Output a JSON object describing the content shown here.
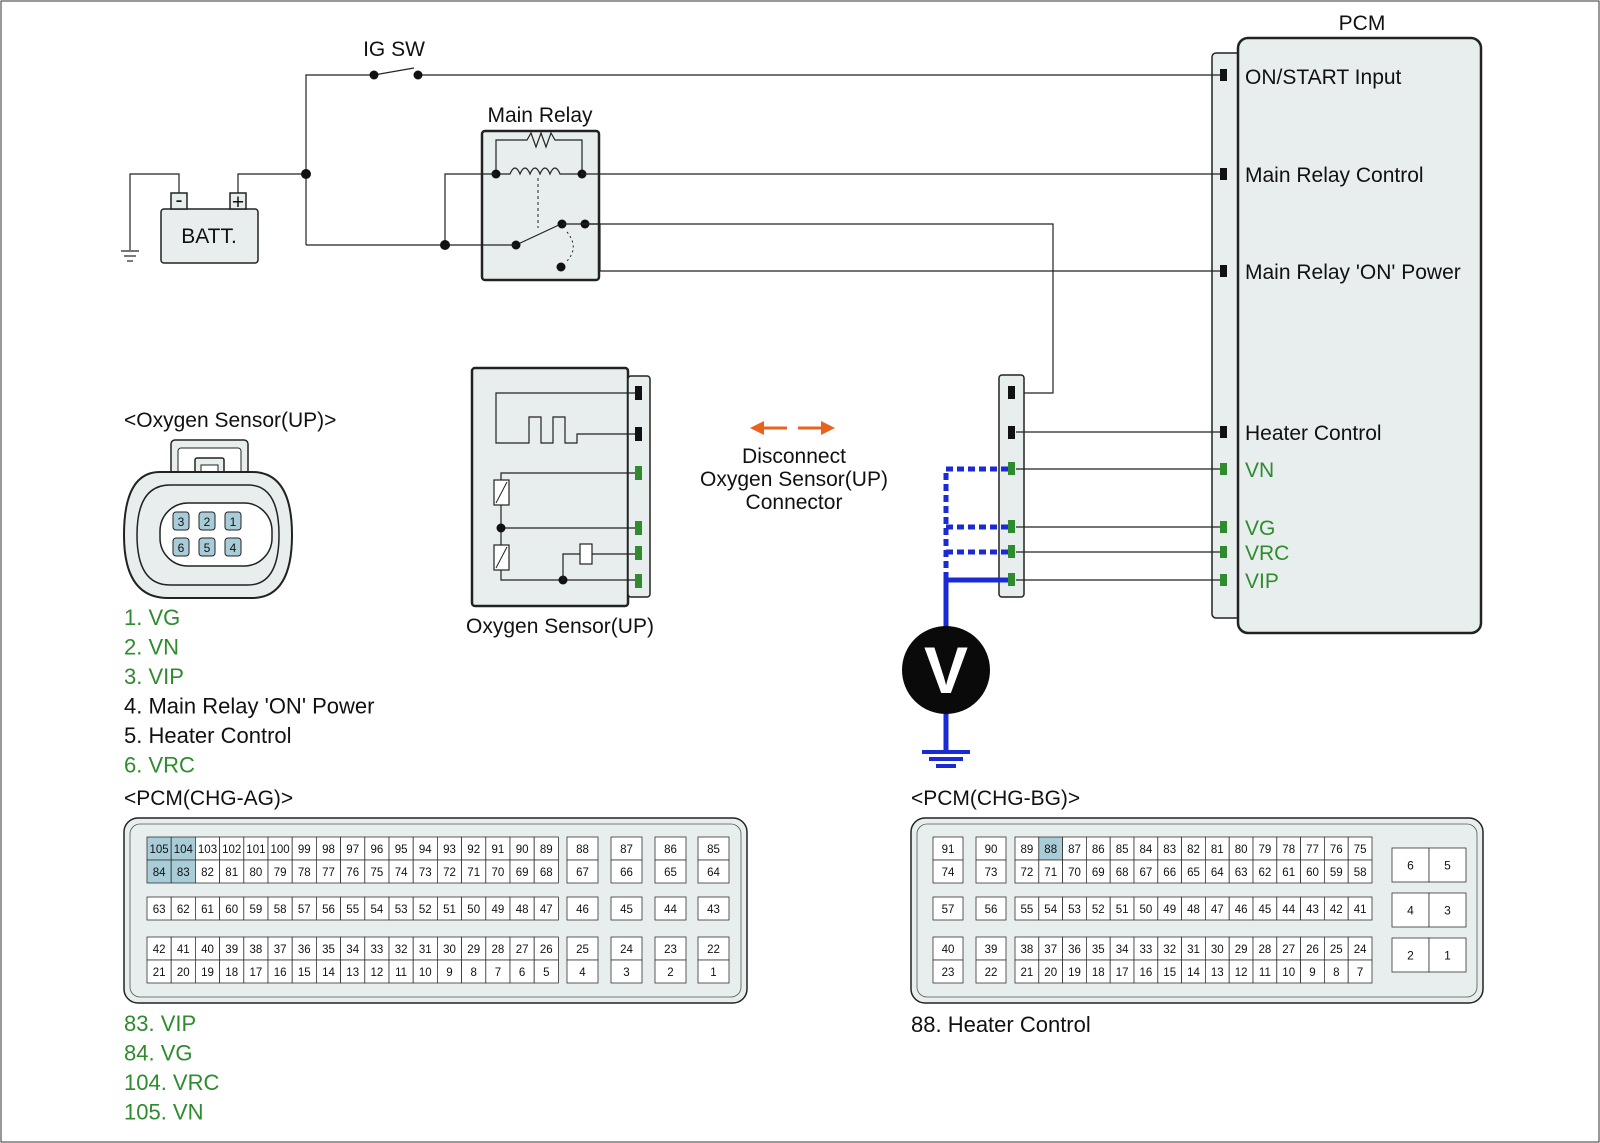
{
  "components": {
    "ig_sw": "IG SW",
    "batt": "BATT.",
    "batt_minus": "-",
    "batt_plus": "+",
    "main_relay": "Main Relay",
    "pcm": "PCM",
    "voltmeter": "V"
  },
  "pcm_pins": {
    "on_start": "ON/START Input",
    "main_relay_control": "Main Relay Control",
    "main_relay_on_power": "Main Relay 'ON' Power",
    "heater_control": "Heater Control",
    "vn": "VN",
    "vg": "VG",
    "vrc": "VRC",
    "vip": "VIP"
  },
  "instruction": {
    "line1": "Disconnect",
    "line2": "Oxygen Sensor(UP)",
    "line3": "Connector"
  },
  "sensor_label": "Oxygen Sensor(UP)",
  "o2_connector": {
    "title": "<Oxygen Sensor(UP)>",
    "top_pins": [
      "3",
      "2",
      "1"
    ],
    "bottom_pins": [
      "6",
      "5",
      "4"
    ],
    "legend": [
      {
        "text": "1. VG",
        "color": "#2e8b2e"
      },
      {
        "text": "2. VN",
        "color": "#2e8b2e"
      },
      {
        "text": "3. VIP",
        "color": "#2e8b2e"
      },
      {
        "text": "4. Main Relay 'ON' Power",
        "color": "#111111"
      },
      {
        "text": "5. Heater Control",
        "color": "#111111"
      },
      {
        "text": "6. VRC",
        "color": "#2e8b2e"
      }
    ]
  },
  "pcm_ag": {
    "title": "<PCM(CHG-AG)>",
    "highlight": [
      "105",
      "104",
      "84",
      "83"
    ],
    "groups": [
      {
        "rows": [
          [
            "105",
            "104",
            "103",
            "102",
            "101",
            "100",
            "99",
            "98",
            "97",
            "96",
            "95",
            "94",
            "93",
            "92",
            "91",
            "90",
            "89"
          ],
          [
            "84",
            "83",
            "82",
            "81",
            "80",
            "79",
            "78",
            "77",
            "76",
            "75",
            "74",
            "73",
            "72",
            "71",
            "70",
            "69",
            "68"
          ]
        ],
        "singles": [
          [
            "88",
            "67"
          ],
          [
            "87",
            "66"
          ],
          [
            "86",
            "65"
          ],
          [
            "85",
            "64"
          ]
        ]
      },
      {
        "rows": [
          [
            "63",
            "62",
            "61",
            "60",
            "59",
            "58",
            "57",
            "56",
            "55",
            "54",
            "53",
            "52",
            "51",
            "50",
            "49",
            "48",
            "47"
          ]
        ],
        "singles": [
          [
            "46"
          ],
          [
            "45"
          ],
          [
            "44"
          ],
          [
            "43"
          ]
        ]
      },
      {
        "rows": [
          [
            "42",
            "41",
            "40",
            "39",
            "38",
            "37",
            "36",
            "35",
            "34",
            "33",
            "32",
            "31",
            "30",
            "29",
            "28",
            "27",
            "26"
          ],
          [
            "21",
            "20",
            "19",
            "18",
            "17",
            "16",
            "15",
            "14",
            "13",
            "12",
            "11",
            "10",
            "9",
            "8",
            "7",
            "6",
            "5"
          ]
        ],
        "singles": [
          [
            "25",
            "4"
          ],
          [
            "24",
            "3"
          ],
          [
            "23",
            "2"
          ],
          [
            "22",
            "1"
          ]
        ]
      }
    ],
    "legend": [
      {
        "text": "83. VIP",
        "color": "#2e8b2e"
      },
      {
        "text": "84. VG",
        "color": "#2e8b2e"
      },
      {
        "text": "104. VRC",
        "color": "#2e8b2e"
      },
      {
        "text": "105. VN",
        "color": "#2e8b2e"
      }
    ]
  },
  "pcm_bg": {
    "title": "<PCM(CHG-BG)>",
    "highlight": [
      "88"
    ],
    "groups": [
      {
        "lead": [
          [
            "91",
            "74"
          ],
          [
            "90",
            "73"
          ]
        ],
        "rows": [
          [
            "89",
            "88",
            "87",
            "86",
            "85",
            "84",
            "83",
            "82",
            "81",
            "80",
            "79",
            "78",
            "77",
            "76",
            "75"
          ],
          [
            "72",
            "71",
            "70",
            "69",
            "68",
            "67",
            "66",
            "65",
            "64",
            "63",
            "62",
            "61",
            "60",
            "59",
            "58"
          ]
        ]
      },
      {
        "lead": [
          [
            "57"
          ],
          [
            "56"
          ]
        ],
        "rows": [
          [
            "55",
            "54",
            "53",
            "52",
            "51",
            "50",
            "49",
            "48",
            "47",
            "46",
            "45",
            "44",
            "43",
            "42",
            "41"
          ]
        ]
      },
      {
        "lead": [
          [
            "40",
            "23"
          ],
          [
            "39",
            "22"
          ]
        ],
        "rows": [
          [
            "38",
            "37",
            "36",
            "35",
            "34",
            "33",
            "32",
            "31",
            "30",
            "29",
            "28",
            "27",
            "26",
            "25",
            "24"
          ],
          [
            "21",
            "20",
            "19",
            "18",
            "17",
            "16",
            "15",
            "14",
            "13",
            "12",
            "11",
            "10",
            "9",
            "8",
            "7"
          ]
        ]
      }
    ],
    "power_pins": [
      [
        "6",
        "5"
      ],
      [
        "4",
        "3"
      ],
      [
        "2",
        "1"
      ]
    ],
    "legend": [
      {
        "text": "88. Heater Control",
        "color": "#111111"
      }
    ]
  }
}
